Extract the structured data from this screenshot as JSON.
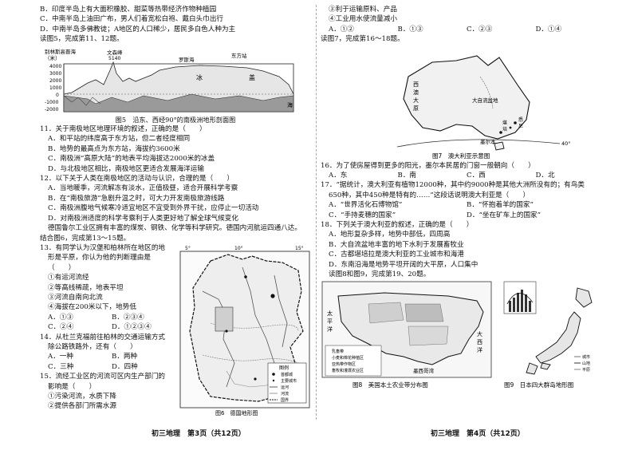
{
  "left": {
    "top_lines": [
      "B．印度半岛上有大面积橡胶、甜菜等热带经济作物种植园",
      "C．中南半岛上油田广布，男人们着宽松白袍、戴白头巾出行",
      "D．中南半岛多佛教徒；A地区的人口稀少，居民多白色人种为主",
      "读图5，完成第11、12题。"
    ],
    "fig5": {
      "caption": "图5　沿东、西经90°的南极洲地形剖面图",
      "label_peak": "文森峰",
      "label_peak_h": "5140",
      "label_ross": "罗斯海",
      "label_east": "东方站",
      "label_ice": "冰",
      "label_gai": "盖",
      "label_sea": "海",
      "ylabel": "（米）",
      "ylabel2": "别林斯高晋海",
      "yticks": [
        "4000",
        "3000",
        "2000",
        "1000",
        "0",
        "-1000",
        "-2000"
      ]
    },
    "q11": {
      "stem": "11．关于南极地区地理环境的叙述，正确的是（　　）",
      "options": [
        "A．和平站的纬度高于东方站，但二者经度相同",
        "B．地势的最高点为东方站，海拔约3600米",
        "C．南极洲“高原大陆”的地表平均海拔达2000米的冰盖",
        "D．与北极地区相比，南极地区更适合发展海洋运输"
      ]
    },
    "q12": {
      "stem": "12．以下关于人类在南极地区的活动与认识，合理的是（　　）",
      "options": [
        "A．当地暖季，河流解冻有淡水，正值极昼，适合开展科学考察",
        "B．在“南极旅游”急剧升温之时，可大力开发南极旅游线路",
        "C．南极洲腹地气候寒冷适宜地区不宜受到外界干扰，应停止一切活动",
        "D．对南极洲适度的科学考察利于人类更好地了解全球气候变化"
      ]
    },
    "intro": [
      "德国鲁尔工业区拥有丰富的煤炭、钢铁、化学等科学研究。德国内河航运四通八达。",
      "结合图6，完成第13～15题。"
    ],
    "q13": {
      "stem": [
        "13．有同学认为汉堡和柏林所在地区的地",
        "形是平原，你认为他的判断理由是",
        "（　　）"
      ],
      "items": [
        "①有运河流经",
        "②等高线稀疏，地表平坦",
        "③河流自南向北流",
        "④海拔在200米以下，地势低"
      ],
      "opts": [
        "A．①③",
        "B．②③④",
        "C．②④",
        "D．①②③④"
      ]
    },
    "q14": {
      "stem": [
        "14．从杜兰克福前往柏林的交通运输方式",
        "除公路铁路外，还有（　　）"
      ],
      "opts": [
        "A．一种",
        "B．两种",
        "C．三种",
        "D．四种"
      ]
    },
    "q15": {
      "stem": [
        "15．流经工业区的河流可区内生产部门的",
        "影响是（　　）"
      ],
      "items": [
        "①污染河流，水质下降",
        "②提供各部门所需水源"
      ]
    },
    "fig6": {
      "caption": "图6　德国地形图",
      "lon_a": "5°",
      "lon_b": "10°",
      "lon_c": "15°",
      "legend_title": "图例",
      "legend": [
        "首都城",
        "主要城市",
        "运河",
        "河流",
        "国界"
      ]
    },
    "footer": "初三地理　第3页（共12页）"
  },
  "right": {
    "top_lines": [
      "③利于运输原料、产品",
      "④工业用水使流量减小"
    ],
    "top_opts": [
      "A．①②",
      "B．①③",
      "C．②③",
      "D．①④"
    ],
    "intro": "读图7，完成第16～18题。",
    "fig7": {
      "caption": "图7　澳大利亚示意图",
      "labels": [
        "西",
        "澳",
        "大",
        "原",
        "大自流盆地",
        "墨尔本",
        "悉",
        "尼",
        "堪",
        "培"
      ],
      "lat": "40°"
    },
    "q16": {
      "stem": "16．为了使房屋得到更多的阳光，墨尔本民居的门窗一般朝向（　　）",
      "opts": [
        "A．东",
        "B．南",
        "C．西",
        "D．北"
      ]
    },
    "q17": {
      "stem": [
        "17．“据统计，澳大利亚有植物12000种，其中约9000种是其他大洲所没有的；有鸟类",
        "650种，其中450种是特有的……”这段话说明澳大利亚是（　　）"
      ],
      "opts": [
        "A．“世界活化石博物馆”",
        "B．“怀抱着羊的国家”",
        "C．“手持麦穗的国家”",
        "D．“坐在矿车上的国家”"
      ]
    },
    "q18": {
      "stem": "18．下列关于澳大利亚的叙述，正确的是（　　）",
      "options": [
        "A．地形复杂多样，地势中部低，四周高",
        "B．大自流盆地丰富的地下水利于发展畜牧业",
        "C．古都堪培拉是澳大利亚的工业城市和海港",
        "D．东南沿海是地势平坦开阔的大平原，人口集中"
      ]
    },
    "intro2": "读图8和图9，完成第19、20题。",
    "fig8": {
      "caption": "图8　美国本土农业带分布图",
      "labels": [
        "太",
        "平",
        "洋",
        "大",
        "西",
        "洋",
        "墨西哥湾"
      ],
      "legend": [
        "乳畜带",
        "小麦和棉花种植区",
        "亚热带作物区",
        "畜牧和灌溉农业区"
      ]
    },
    "fig9": {
      "caption": "图9　日本四大群岛地形图",
      "labels": [
        "城市",
        "山地",
        "平原"
      ]
    },
    "footer": "初三地理　第4页（共12页）"
  }
}
